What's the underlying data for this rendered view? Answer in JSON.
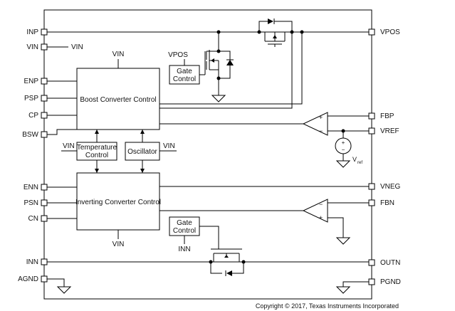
{
  "pins_left": {
    "inp": "INP",
    "vin": "VIN",
    "enp": "ENP",
    "psp": "PSP",
    "cp": "CP",
    "bsw": "BSW",
    "enn": "ENN",
    "psn": "PSN",
    "cn": "CN",
    "inn": "INN",
    "agnd": "AGND"
  },
  "pins_right": {
    "vpos": "VPOS",
    "fbp": "FBP",
    "vref": "VREF",
    "vneg": "VNEG",
    "fbn": "FBN",
    "outn": "OUTN",
    "pgnd": "PGND"
  },
  "blocks": {
    "boost": "Boost Converter Control",
    "inverting": "Inverting Converter Control",
    "gate_top_1": "Gate",
    "gate_top_2": "Control",
    "gate_bot_1": "Gate",
    "gate_bot_2": "Control",
    "temp_1": "Temperature",
    "temp_2": "Control",
    "osc": "Oscillator"
  },
  "labels": {
    "vin_inpin": "VIN",
    "vin_boost": "VIN",
    "vpos_gate": "VPOS",
    "vin_temp": "VIN",
    "vin_osc": "VIN",
    "vin_inv": "VIN",
    "inn_gate": "INN",
    "vref_src": "V",
    "vref_sub": "ref",
    "amp_plus": "+",
    "amp_minus": "−",
    "src_plus": "+",
    "src_minus": "−"
  },
  "copyright": "Copyright © 2017, Texas Instruments Incorporated"
}
